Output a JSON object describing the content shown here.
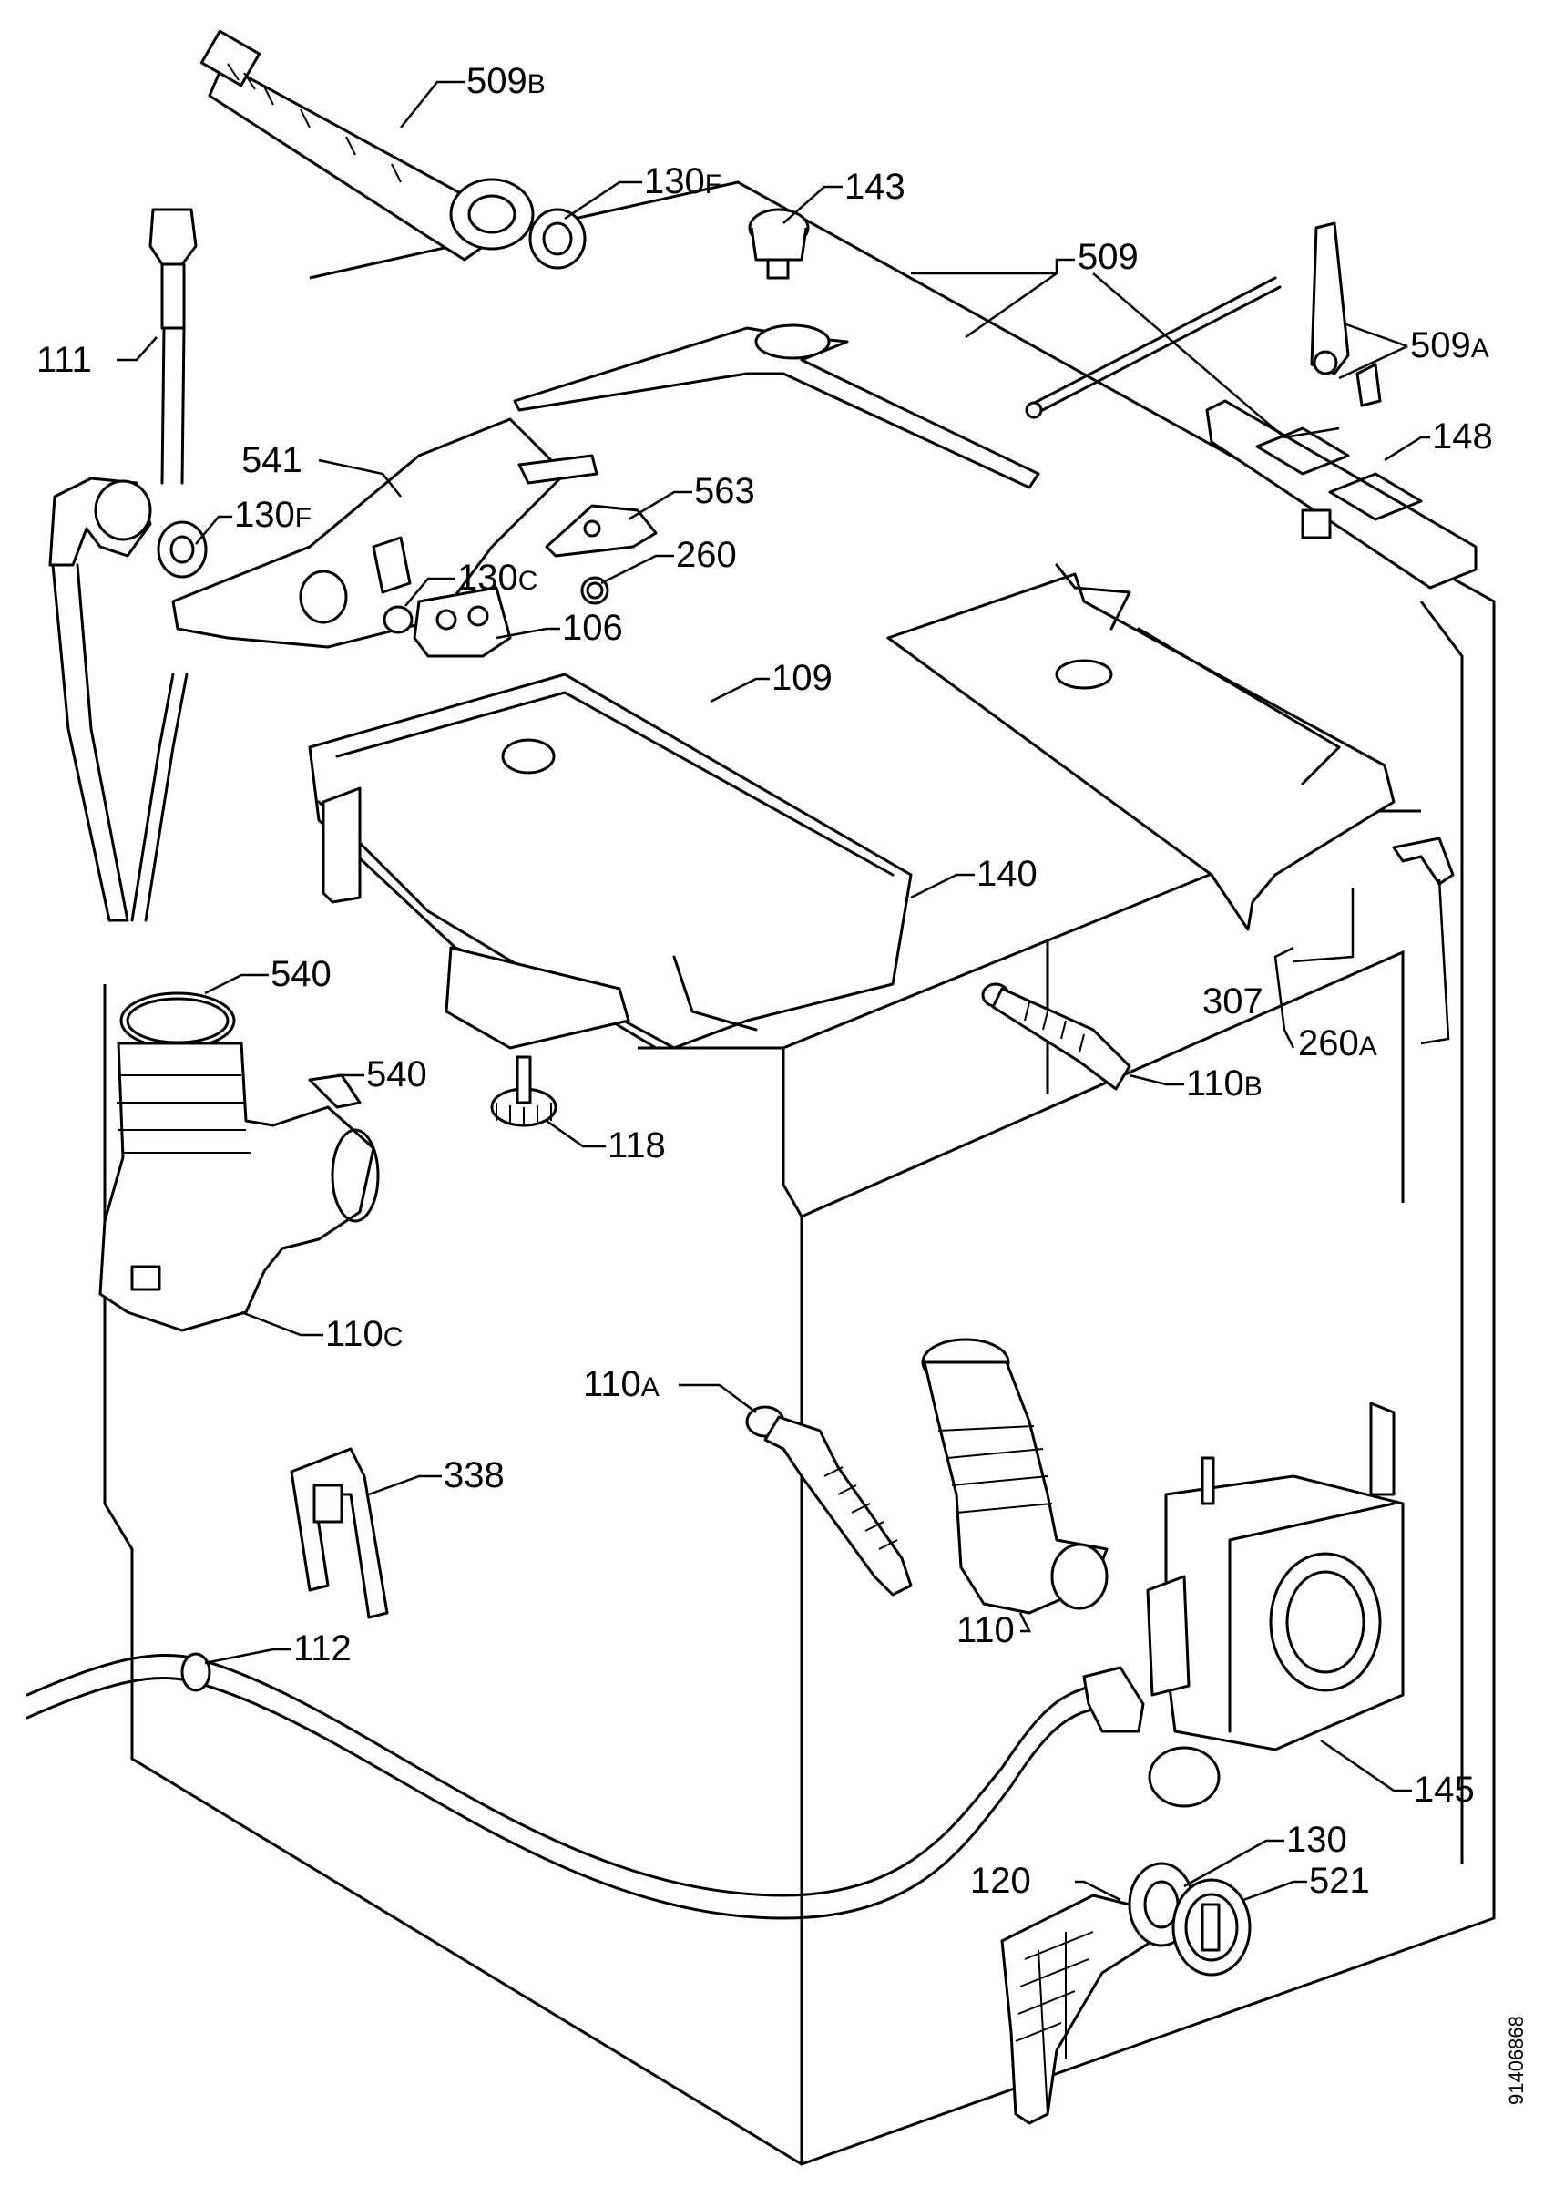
{
  "drawing_code": "91406868",
  "labels": [
    {
      "id": "509b",
      "main": "509",
      "suffix": "B"
    },
    {
      "id": "130f_top",
      "main": "130",
      "suffix": "F"
    },
    {
      "id": "143",
      "main": "143",
      "suffix": ""
    },
    {
      "id": "509",
      "main": "509",
      "suffix": ""
    },
    {
      "id": "111",
      "main": "111",
      "suffix": ""
    },
    {
      "id": "509a",
      "main": "509",
      "suffix": "A"
    },
    {
      "id": "148",
      "main": "148",
      "suffix": ""
    },
    {
      "id": "541",
      "main": "541",
      "suffix": ""
    },
    {
      "id": "563",
      "main": "563",
      "suffix": ""
    },
    {
      "id": "130f_mid",
      "main": "130",
      "suffix": "F"
    },
    {
      "id": "260",
      "main": "260",
      "suffix": ""
    },
    {
      "id": "130c",
      "main": "130",
      "suffix": "C"
    },
    {
      "id": "106",
      "main": "106",
      "suffix": ""
    },
    {
      "id": "109",
      "main": "109",
      "suffix": ""
    },
    {
      "id": "140",
      "main": "140",
      "suffix": ""
    },
    {
      "id": "540_a",
      "main": "540",
      "suffix": ""
    },
    {
      "id": "540_b",
      "main": "540",
      "suffix": ""
    },
    {
      "id": "307",
      "main": "307",
      "suffix": ""
    },
    {
      "id": "260a",
      "main": "260",
      "suffix": "A"
    },
    {
      "id": "110b",
      "main": "110",
      "suffix": "B"
    },
    {
      "id": "118",
      "main": "118",
      "suffix": ""
    },
    {
      "id": "110c",
      "main": "110",
      "suffix": "C"
    },
    {
      "id": "110a",
      "main": "110",
      "suffix": "A"
    },
    {
      "id": "338",
      "main": "338",
      "suffix": ""
    },
    {
      "id": "110",
      "main": "110",
      "suffix": ""
    },
    {
      "id": "112",
      "main": "112",
      "suffix": ""
    },
    {
      "id": "145",
      "main": "145",
      "suffix": ""
    },
    {
      "id": "130",
      "main": "130",
      "suffix": ""
    },
    {
      "id": "120",
      "main": "120",
      "suffix": ""
    },
    {
      "id": "521",
      "main": "521",
      "suffix": ""
    }
  ]
}
